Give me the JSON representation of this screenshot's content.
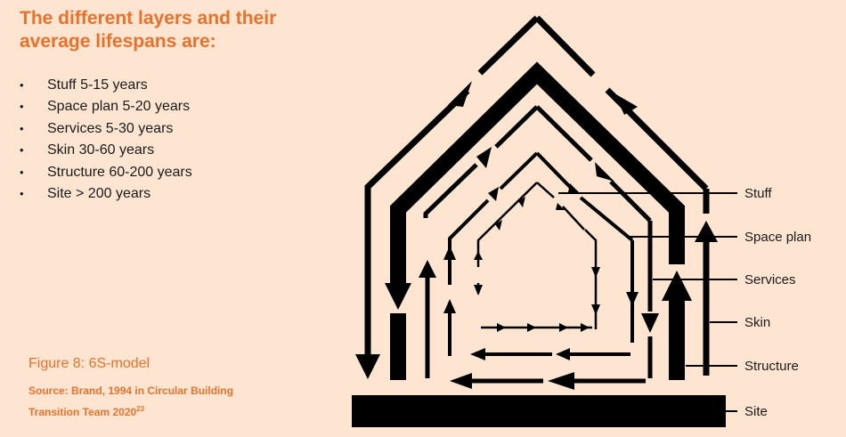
{
  "heading": "The different layers and their average lifespans are:",
  "layers": [
    "Stuff 5-15 years",
    "Space plan 5-20 years",
    "Services 5-30 years",
    "Skin 30-60 years",
    "Structure 60-200 years",
    "Site > 200 years"
  ],
  "figure": {
    "title": "Figure 8: 6S-model",
    "source": "Source: Brand, 1994 in Circular Building Transition Team 2020",
    "source_sup": "23"
  },
  "diagram_labels": {
    "stuff": "Stuff",
    "space_plan": "Space plan",
    "services": "Services",
    "skin": "Skin",
    "structure": "Structure",
    "site": "Site"
  },
  "colors": {
    "background": "#fde5d2",
    "accent": "#e8722c",
    "ink": "#000000"
  }
}
